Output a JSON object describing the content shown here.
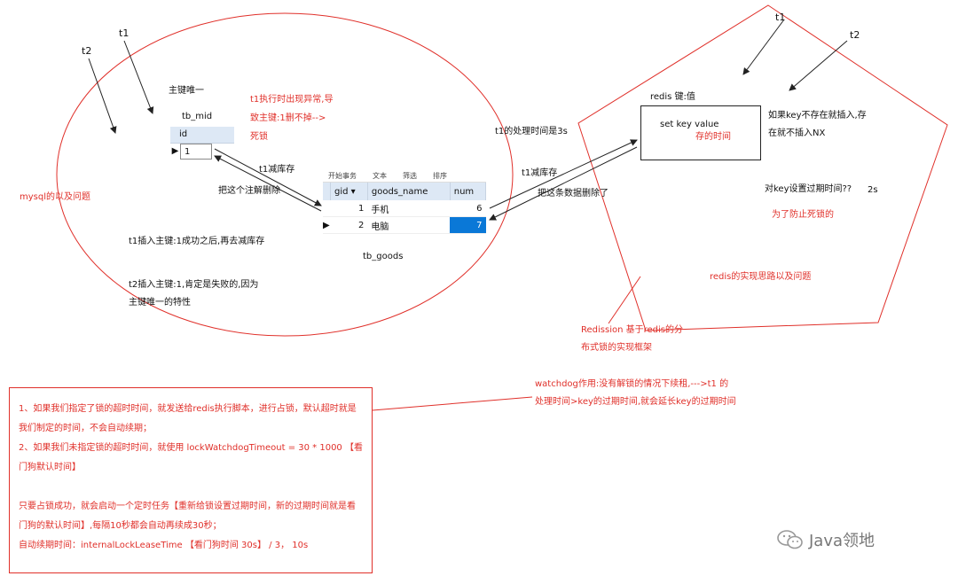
{
  "mysql": {
    "t1_label": "t1",
    "t2_label": "t2",
    "pk_unique": "主键唯一",
    "tb_mid_name": "tb_mid",
    "tb_mid_col": "id",
    "tb_mid_val": "1",
    "note_exception_line1": "t1执行时出现异常,导",
    "note_exception_line2": "致主键:1删不掉-->",
    "note_exception_line3": "死锁",
    "t1_reduce_stock": "t1减库存",
    "remove_note": "把这个注解删除",
    "mysql_issue": "mysql的以及问题",
    "t1_insert": "t1插入主键:1成功之后,再去减库存",
    "t2_insert_line1": "t2插入主键:1,肯定是失败的,因为",
    "t2_insert_line2": "主键唯一的特性",
    "tb_goods_name": "tb_goods",
    "t1_processing_time": "t1的处理时间是3s"
  },
  "tb_goods": {
    "toolbar": [
      "开始事务",
      "文本",
      "筛选",
      "排序"
    ],
    "columns": [
      "gid",
      "goods_name",
      "num"
    ],
    "rows": [
      {
        "gid": "1",
        "name": "手机",
        "num": "6"
      },
      {
        "gid": "2",
        "name": "电脑",
        "num": "7"
      }
    ]
  },
  "redis": {
    "t1_label": "t1",
    "t2_label": "t2",
    "redis_kv": "redis   键:值",
    "cmd": "set key value",
    "ttl": "存的时间",
    "nx_line1": "如果key不存在就插入,存",
    "nx_line2": "在就不插入NX",
    "t1_reduce_stock": "t1减库存",
    "delete_data": "把这条数据删除了",
    "ttl_question": "对key设置过期时间??",
    "ttl_value": "2s",
    "prevent_deadlock": "为了防止死锁的",
    "redis_issue": "redis的实现思路以及问题",
    "redission_line1": "Redission 基于redis的分",
    "redission_line2": "布式锁的实现框架"
  },
  "watchdog": {
    "line1": "watchdog作用:没有解锁的情况下续租,--->t1 的",
    "line2": "处理时间>key的过期时间,就会延长key的过期时间"
  },
  "notes": [
    "1、如果我们指定了锁的超时时间，就发送给redis执行脚本，进行占锁，默认超时就是",
    "我们制定的时间，不会自动续期；",
    "2、如果我们未指定锁的超时时间，就使用 lockWatchdogTimeout = 30 * 1000 【看",
    "门狗默认时间】",
    "",
    "只要占锁成功，就会启动一个定时任务【重新给锁设置过期时间，新的过期时间就是看",
    "门狗的默认时间】,每隔10秒都会自动再续成30秒；",
    "自动续期时间：internalLockLeaseTime 【看门狗时间 30s】 / 3， 10s"
  ],
  "watermark": "Java领地",
  "colors": {
    "red": "#e0302a",
    "select": "#0a78d7",
    "header": "#dde8f5"
  }
}
